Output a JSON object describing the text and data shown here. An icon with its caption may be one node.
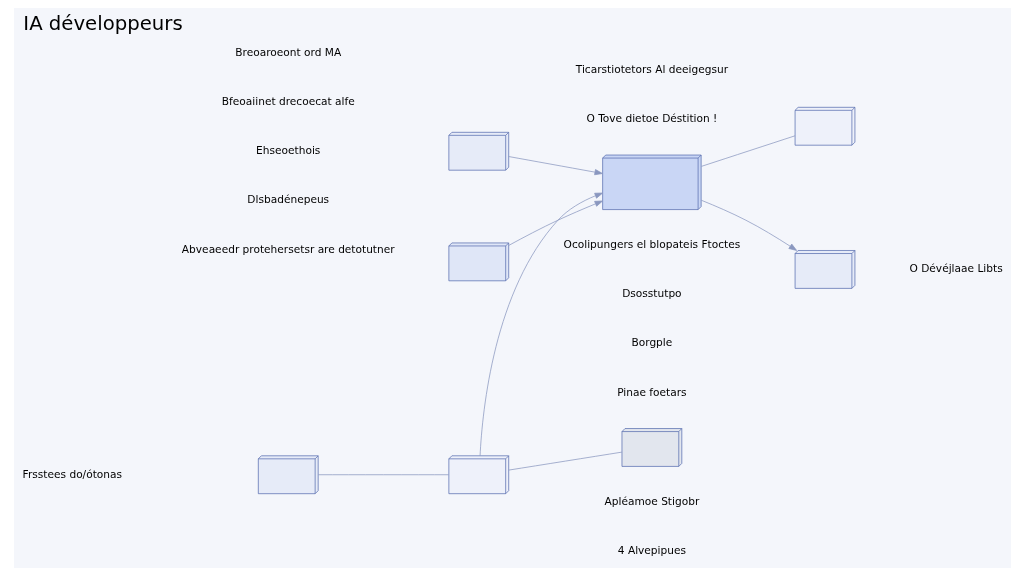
{
  "diagram": {
    "title": "IA développeurs",
    "nodes": [
      {
        "text": [],
        "shape": "picture"
      },
      {
        "text": [],
        "shape": "picture"
      },
      {
        "text": [],
        "shape": "picture"
      },
      {
        "text": [],
        "shape": "picture"
      },
      {
        "text": [],
        "shape": "picture"
      },
      {
        "text": [],
        "shape": "picture"
      },
      {
        "text": [],
        "shape": "picture"
      },
      {
        "text": [],
        "shape": "picture"
      }
    ],
    "edges": [
      {
        "from": 1,
        "to": 0,
        "arrow": "to"
      },
      {
        "from": 0,
        "to": 2,
        "arrow": "none"
      },
      {
        "from": 3,
        "to": 0,
        "arrow": "to"
      },
      {
        "from": 5,
        "to": 0,
        "arrow": "to"
      },
      {
        "from": 0,
        "to": 7,
        "arrow": "to"
      },
      {
        "from": 4,
        "to": 5,
        "arrow": "none"
      },
      {
        "from": 5,
        "to": 6,
        "arrow": "none"
      }
    ],
    "labels": [
      "Dlsbadénepeus",
      "Abveaeedr protehersetsr are detotutner",
      "Breoaroeont ord MA",
      "Bfeoaiinet drecoecat alfe",
      "Ehseoethois",
      "O Tove dietoe Déstition !",
      "Ticarstiotetors Al deeigegsur",
      "Borgple",
      "Apléamoe Stigobr",
      "Pinae foetars",
      "O Dévéjlaae Libts",
      "Ocolipungers el blopateis Ftoctes",
      "Dsosstutpo",
      "4 Alvepipues",
      "Frsstees do/ótonas"
    ]
  }
}
